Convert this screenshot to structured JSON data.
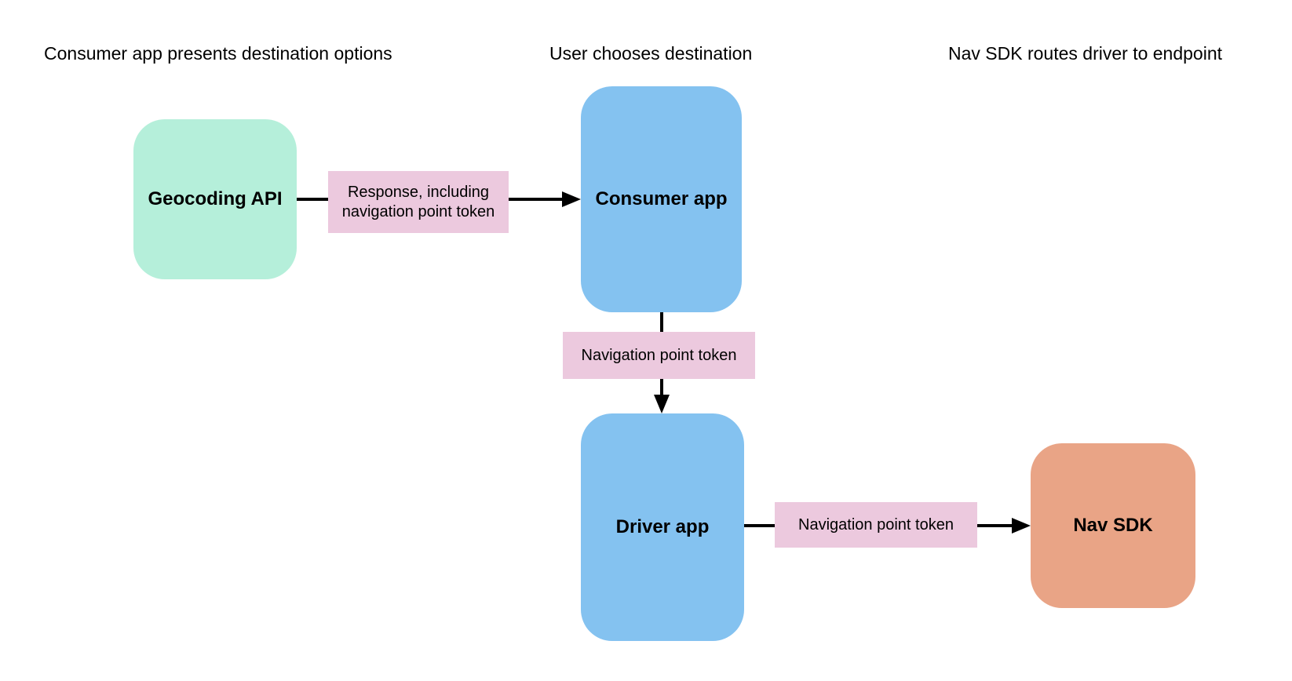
{
  "diagram": {
    "background": "#ffffff",
    "arrow_color": "#000000",
    "headers": [
      {
        "label": "Consumer app presents destination options"
      },
      {
        "label": "User chooses destination"
      },
      {
        "label": "Nav SDK routes driver to endpoint"
      }
    ],
    "nodes": [
      {
        "id": "geocoding-api",
        "label": "Geocoding API",
        "fill": "#b5efda"
      },
      {
        "id": "consumer-app",
        "label": "Consumer app",
        "fill": "#84c2f0"
      },
      {
        "id": "driver-app",
        "label": "Driver app",
        "fill": "#84c2f0"
      },
      {
        "id": "nav-sdk",
        "label": "Nav SDK",
        "fill": "#e9a486"
      }
    ],
    "edges": [
      {
        "from": "geocoding-api",
        "to": "consumer-app",
        "label": "Response, including navigation point token",
        "label_fill": "#ecc9de"
      },
      {
        "from": "consumer-app",
        "to": "driver-app",
        "label": "Navigation point token",
        "label_fill": "#ecc9de"
      },
      {
        "from": "driver-app",
        "to": "nav-sdk",
        "label": "Navigation point token",
        "label_fill": "#ecc9de"
      }
    ]
  }
}
